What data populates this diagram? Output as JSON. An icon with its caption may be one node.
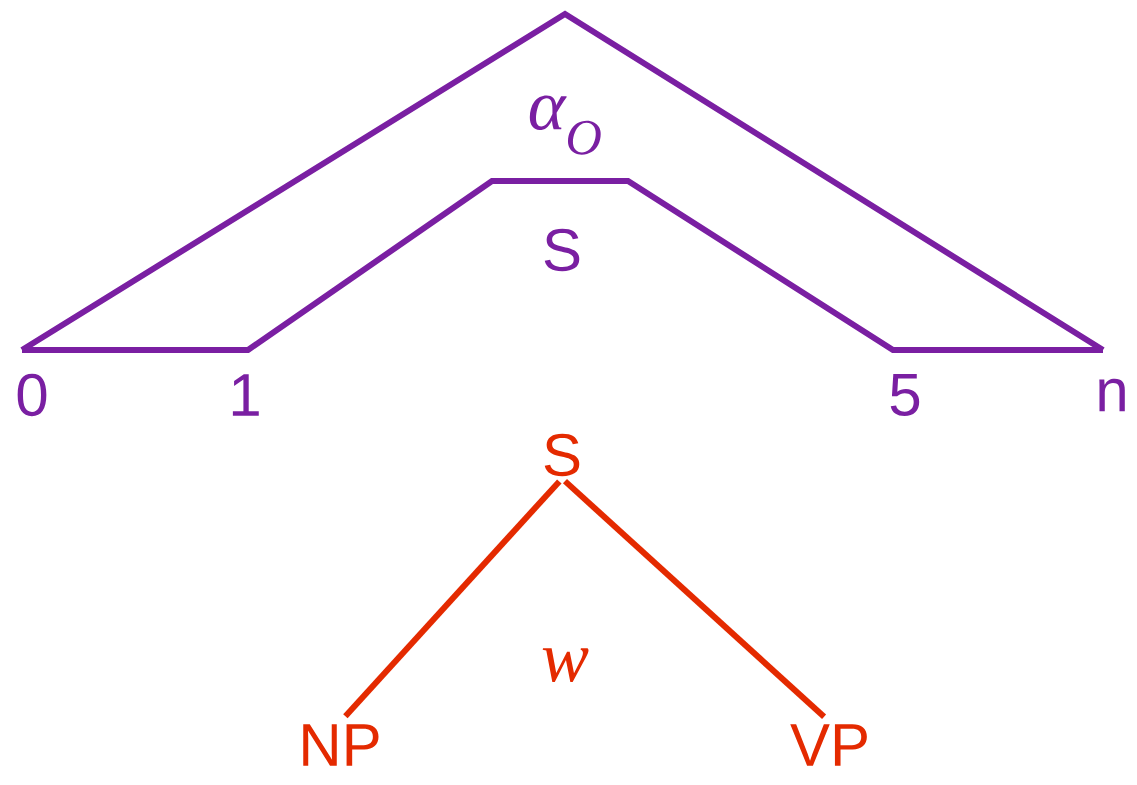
{
  "diagram": {
    "nodes": [
      {
        "text": [
          "S"
        ]
      },
      {
        "text": [
          "NP"
        ]
      },
      {
        "text": [
          "VP"
        ]
      }
    ],
    "edges": [
      {
        "from": 0,
        "to": 1,
        "arrow": "none"
      },
      {
        "from": 0,
        "to": 2,
        "arrow": "none"
      }
    ],
    "labels": [
      "α$_{O}$",
      "S",
      "0",
      "1",
      "5",
      "n",
      "w"
    ]
  }
}
